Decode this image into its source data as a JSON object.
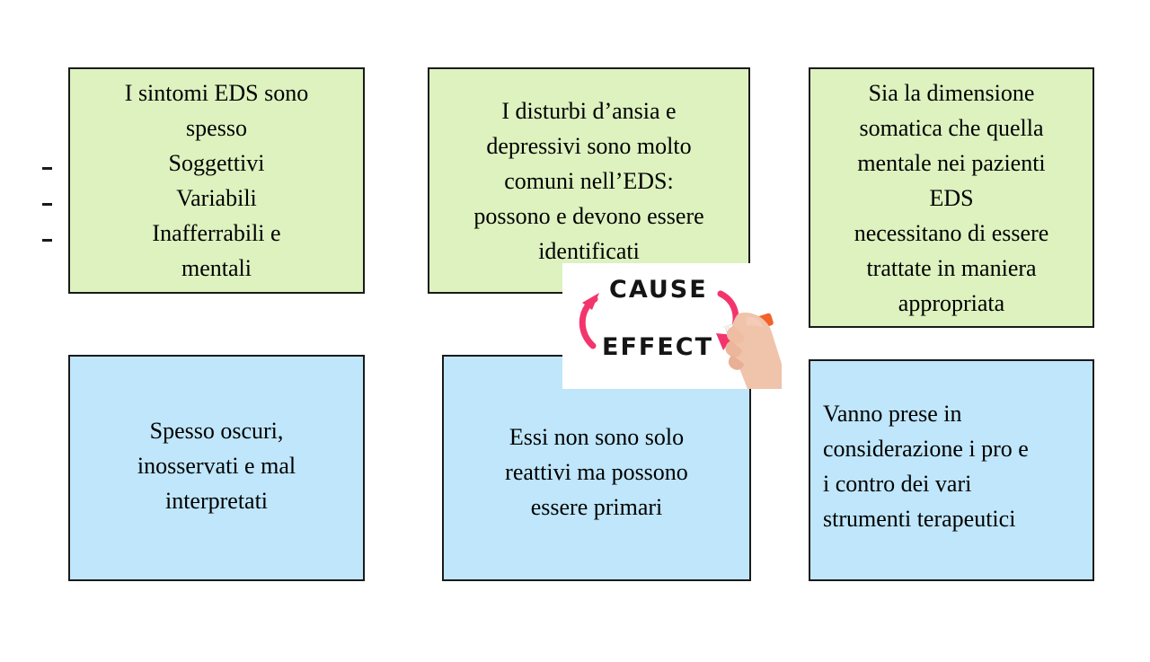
{
  "slide": {
    "background_color": "#ffffff",
    "colors": {
      "green_fill": "#ddf2bf",
      "blue_fill": "#bfe6fa",
      "border": "#1a1a1a",
      "arrow_pink": "#f2356d",
      "marker_ink": "#151515",
      "skin": "#f0c3ab",
      "marker_cap": "#f4622c"
    }
  },
  "boxes": {
    "symptoms": {
      "fill": "green",
      "align": "center",
      "lines": [
        "I sintomi EDS sono",
        "spesso",
        "Soggettivi",
        "Variabili",
        "Inafferrabili e",
        "mentali"
      ],
      "bullets": [
        "-",
        "-",
        "-"
      ]
    },
    "anxiety": {
      "fill": "green",
      "align": "center",
      "lines": [
        "I disturbi d’ansia e",
        "depressivi sono molto",
        "comuni nell’EDS:",
        "possono e devono essere",
        "identificati"
      ]
    },
    "dimensions": {
      "fill": "green",
      "align": "center",
      "lines": [
        "Sia la dimensione",
        "somatica che quella",
        "mentale nei pazienti",
        "EDS",
        "necessitano di essere",
        "trattate in maniera",
        "appropriata"
      ]
    },
    "obscure": {
      "fill": "blue",
      "align": "center",
      "lines": [
        "Spesso oscuri,",
        "inosservati e mal",
        "interpretati"
      ]
    },
    "reactive": {
      "fill": "blue",
      "align": "center",
      "lines": [
        "Essi non sono solo",
        "reattivi ma possono",
        "essere primari"
      ]
    },
    "pros_cons": {
      "fill": "blue",
      "align": "left",
      "lines": [
        "Vanno prese in",
        "considerazione i pro e",
        "i contro dei vari",
        "strumenti terapeutici"
      ]
    }
  },
  "cause_effect_image": {
    "alt": "whiteboard drawing of a cause and effect cycle drawn by a hand holding a marker",
    "top_word": "CAUSE",
    "bottom_word": "EFFECT",
    "arrows": [
      "arrow-up-left",
      "arrow-down-right"
    ],
    "hand": "hand-holding-marker"
  }
}
